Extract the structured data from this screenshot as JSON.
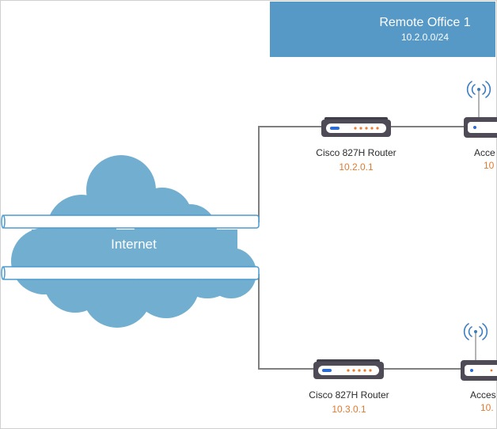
{
  "diagram": {
    "cloud": {
      "label": "Internet"
    },
    "office": {
      "title": "Remote Office 1",
      "subnet": "10.2.0.0/24"
    },
    "router_top": {
      "name": "Cisco 827H Router",
      "ip": "10.2.0.1"
    },
    "router_bottom": {
      "name": "Cisco 827H Router",
      "ip": "10.3.0.1"
    },
    "access_top": {
      "name": "Acce",
      "ip": "10"
    },
    "access_bottom": {
      "name": "Acces",
      "ip": "10."
    }
  },
  "colors": {
    "cloud": "#71aed0",
    "banner": "#5698c6",
    "pipe_stroke": "#4a9ad0",
    "line": "#7f7f7f",
    "router_body": "#4e4b57",
    "router_panel": "#ffffff",
    "led_blue": "#2b6cd6",
    "led_orange": "#f07a2a",
    "ip_text": "#e07a2e",
    "wifi": "#3a7cc0"
  }
}
